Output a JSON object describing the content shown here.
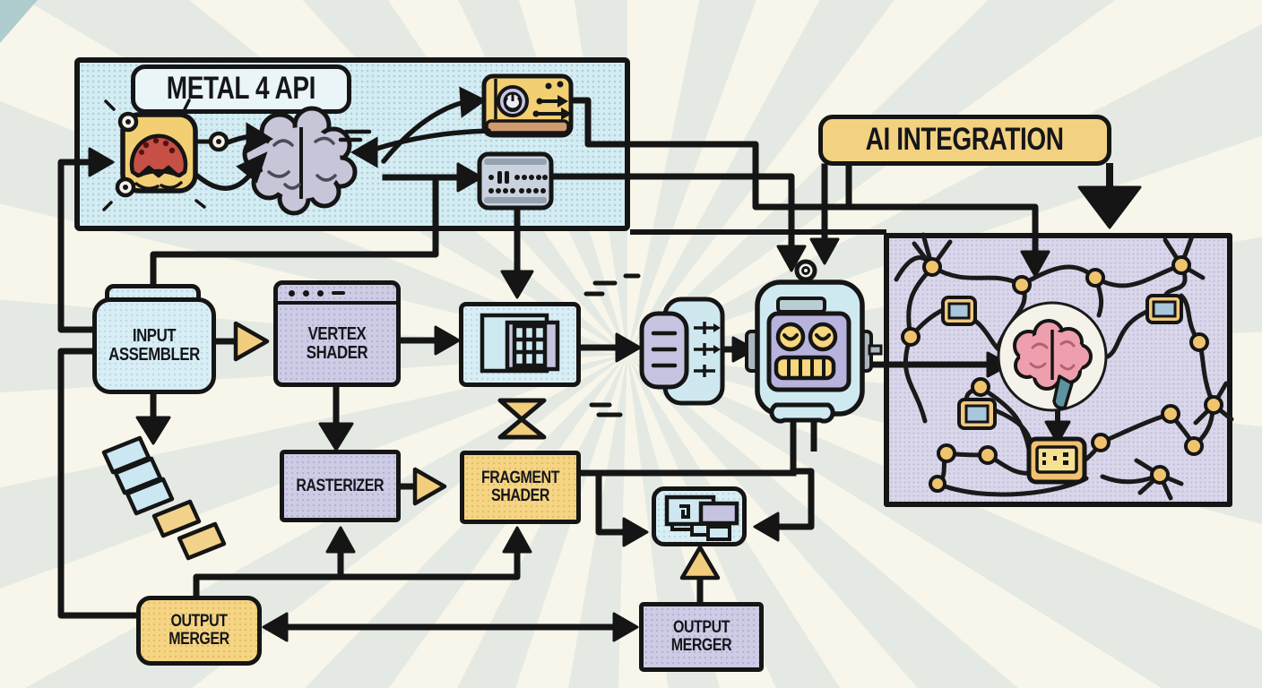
{
  "diagram": {
    "api_box": {
      "label": "METAL 4 API"
    },
    "ai_label": "AI INTEGRATION",
    "nodes": {
      "input_assembler": "INPUT ASSEMBLER",
      "vertex_shader": "VERTEX SHADER",
      "rasterizer": "RASTERIZER",
      "fragment_shader": "FRAGMENT SHADER",
      "output_merger_left": "OUTPUT MERGER",
      "output_merger_right": "OUTPUT MERGER"
    },
    "icons": [
      "gpu-chip-icon",
      "brain-icon",
      "command-book-icon",
      "data-buffer-icon",
      "texture-tiles-icon",
      "argument-buffer-icon",
      "robot-icon",
      "hourglass-icon",
      "primitives-stack-icon",
      "display-windows-icon",
      "neural-network-icon",
      "ai-brain-icon",
      "ai-chip-icon",
      "io-device-icon"
    ],
    "colors": {
      "api_panel_blue": "#d5ecf2",
      "network_panel_lavender": "#dad7ea",
      "accent_yellow": "#f2d180",
      "box_blue": "#d8edf4",
      "box_lavender": "#cdcce5",
      "box_yellow": "#f5d584",
      "line_black": "#151515",
      "brain_pink": "#ee9fae",
      "background_cream": "#f8f6ea",
      "ray_sage": "#e4eae3"
    }
  }
}
